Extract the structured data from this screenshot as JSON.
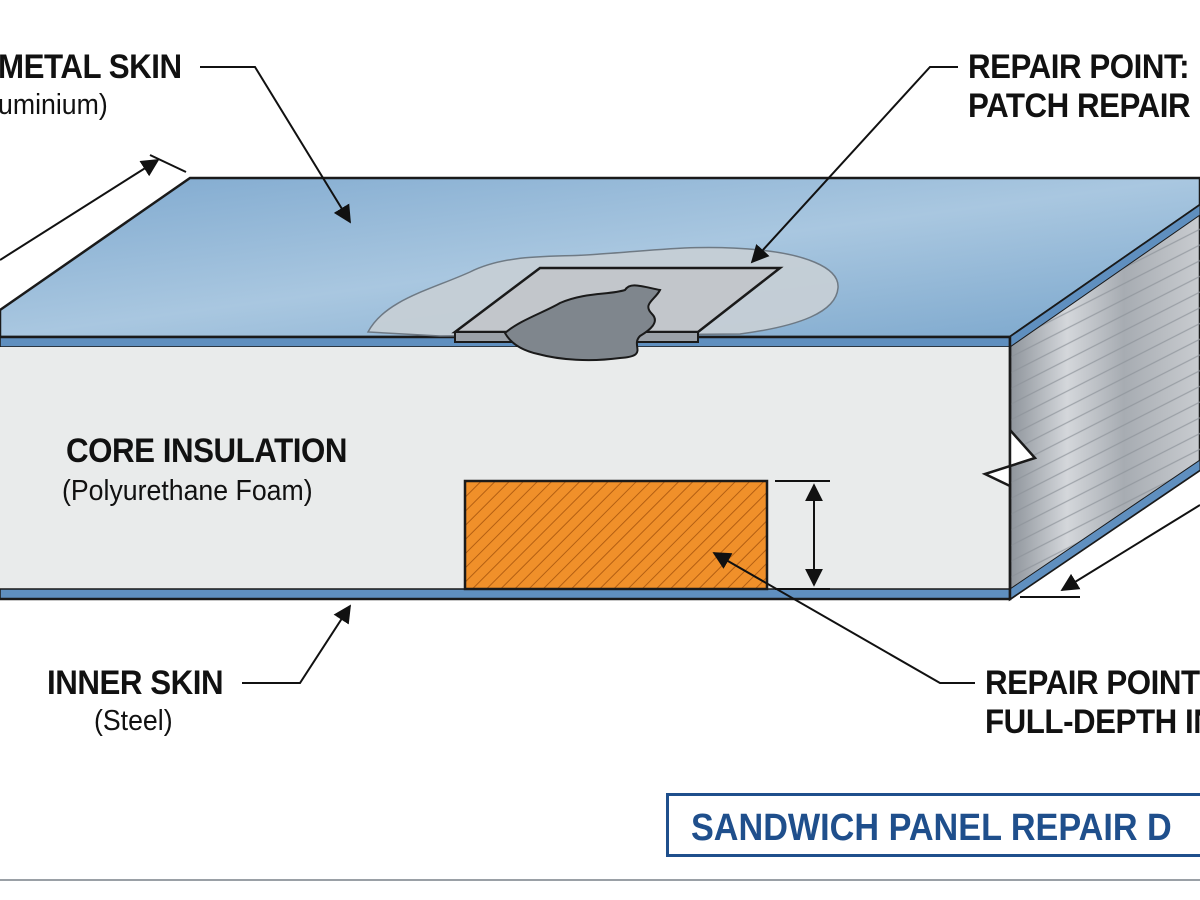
{
  "labels": {
    "outer_skin_title": "METAL SKIN",
    "outer_skin_sub": "uminium)",
    "repair_top_line1": "REPAIR POINT:",
    "repair_top_line2": "PATCH REPAIR",
    "core_title": "CORE INSULATION",
    "core_sub": "(Polyurethane Foam)",
    "inner_skin_title": "INNER SKIN",
    "inner_skin_sub": "(Steel)",
    "repair_bottom_line1": "REPAIR POINT",
    "repair_bottom_line2": "FULL-DEPTH IN"
  },
  "title": "SANDWICH PANEL REPAIR D",
  "colors": {
    "top_skin": "#8fb6d6",
    "skin_edge": "#5f8fbf",
    "core": "#e9ebeb",
    "side_face": "#b8bcc2",
    "patch": "#c2c6cb",
    "insert": "#f0902a",
    "title": "#1f4f8c"
  }
}
